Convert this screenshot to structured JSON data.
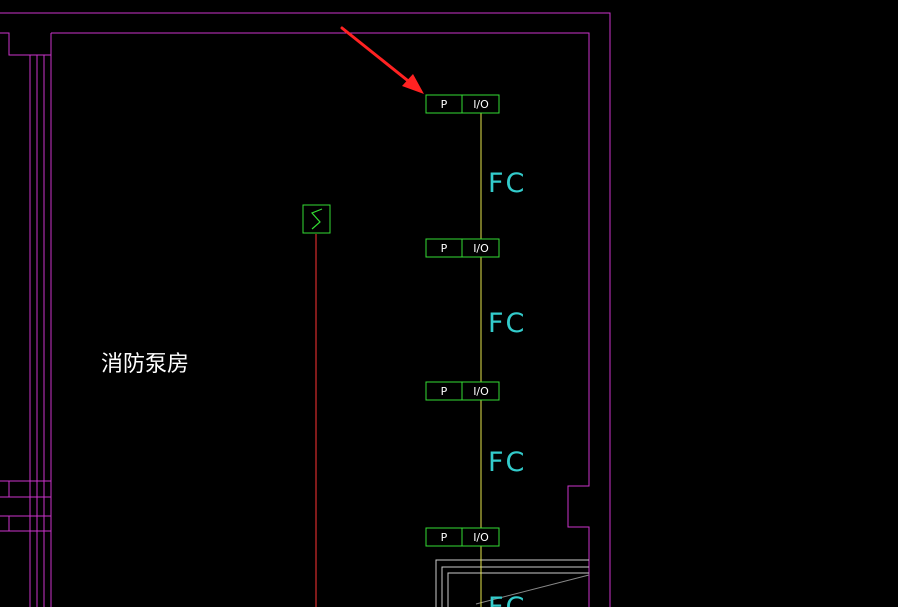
{
  "drawing": {
    "room_label": "消防泵房",
    "colors": {
      "background": "#000000",
      "wall": "#cc33cc",
      "module": "#33dd33",
      "bus": "#e6e64d",
      "riser": "#ff3333",
      "fc_text": "#33cccc",
      "room_text": "#ffffff",
      "module_text": "#ffffff",
      "arrow": "#ff2222",
      "hatch": "#cccccc"
    },
    "modules": [
      {
        "p_label": "P",
        "io_label": "I/O"
      },
      {
        "p_label": "P",
        "io_label": "I/O"
      },
      {
        "p_label": "P",
        "io_label": "I/O"
      },
      {
        "p_label": "P",
        "io_label": "I/O"
      }
    ],
    "fc_labels": [
      "FC",
      "FC",
      "FC",
      "FC"
    ],
    "icons": {
      "switch": "switch-s-icon",
      "arrow": "annotation-arrow-icon"
    }
  }
}
